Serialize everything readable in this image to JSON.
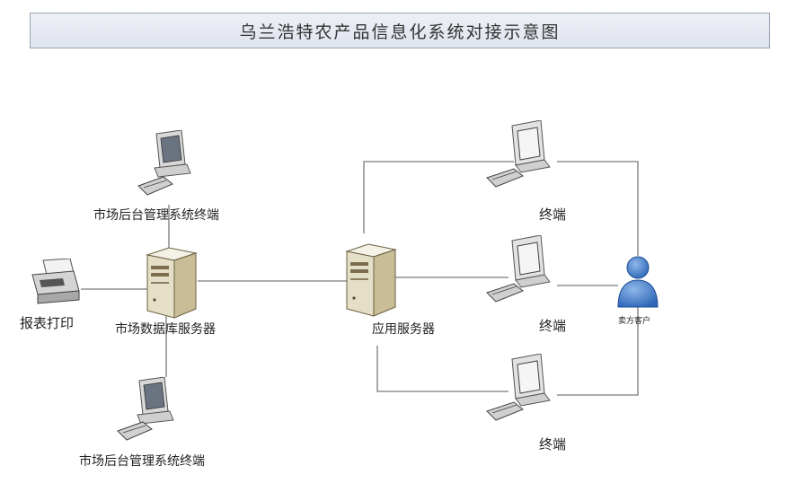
{
  "title": "乌兰浩特农产品信息化系统对接示意图",
  "labels": {
    "terminal_top": "市场后台管理系统终端",
    "terminal_bottom": "市场后台管理系统终端",
    "printer": "报表打印",
    "db_server": "市场数据库服务器",
    "app_server": "应用服务器",
    "terminal_1": "终端",
    "terminal_2": "终端",
    "terminal_3": "终端",
    "client": "卖方客户"
  }
}
